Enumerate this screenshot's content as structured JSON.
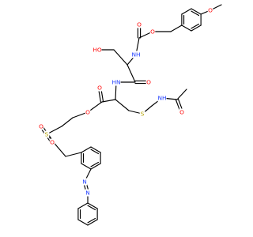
{
  "molecule": {
    "element_colors": {
      "O": "#ff0d0d",
      "N": "#1e3cff",
      "S": "#b5a300",
      "C": "#000000"
    },
    "atom_labels": {
      "methoxy_o": "O",
      "carbamate_ether_o": "O",
      "carbamate_carbonyl_o": "O",
      "carbamate_nh": "NH",
      "hydroxyl": "HO",
      "amide_nh": "HN",
      "amide_carbonyl_o": "O",
      "ester_carbonyl_o": "O",
      "ester_o": "O",
      "thioether_s": "S",
      "acetamide_nh": "NH",
      "acetamide_carbonyl_o": "O",
      "sulfone_s": "S",
      "sulfone_o1": "O",
      "sulfone_o2": "O",
      "azo_n1": "N",
      "azo_n2": "N"
    }
  }
}
